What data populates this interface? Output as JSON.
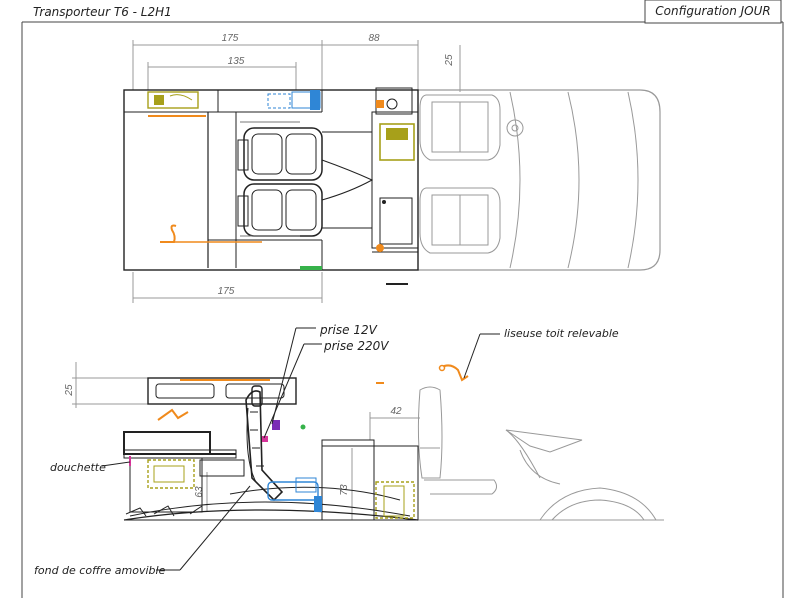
{
  "title": "Transporteur T6 - L2H1",
  "config_label": "Configuration JOUR",
  "top_view": {
    "dims": {
      "d175_top": "175",
      "d88": "88",
      "d135": "135",
      "d25": "25",
      "d175_bottom": "175"
    }
  },
  "side_view": {
    "dims": {
      "d25": "25",
      "d42": "42",
      "d63": "63",
      "d73": "73"
    },
    "callouts": {
      "prise12": "prise 12V",
      "prise220": "prise 220V",
      "liseuse": "liseuse toit relevable",
      "douchette": "douchette",
      "coffre": "fond de coffre amovible"
    }
  },
  "colors": {
    "orange": "#f08a1c",
    "olive": "#a7a01a",
    "blue": "#2f86d6",
    "purple": "#7a2bb6",
    "magenta": "#d6339a",
    "green": "#36b24a",
    "grey": "#9a9a9a",
    "ink": "#222222"
  }
}
